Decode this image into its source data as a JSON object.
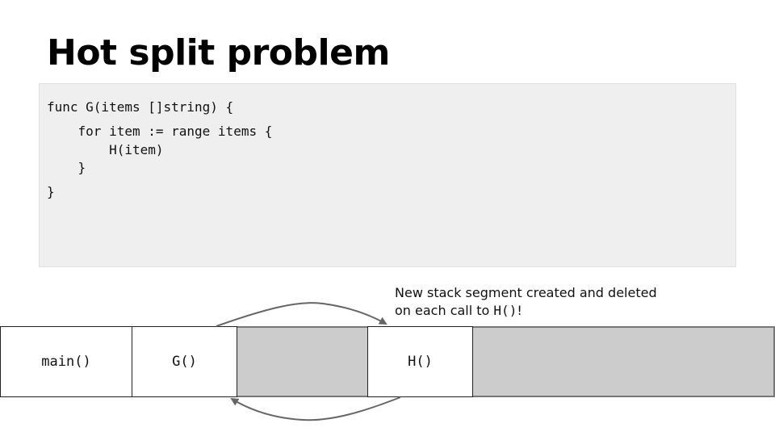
{
  "slide": {
    "title": "Hot split problem"
  },
  "code": {
    "lines": [
      "func G(items []string) {",
      "    for item := range items {",
      "        H(item)",
      "    }",
      "}"
    ]
  },
  "note": {
    "line1": "New stack segment created and deleted",
    "line2_prefix": "on each call to ",
    "line2_code": "H()",
    "line2_suffix": "!"
  },
  "stack": {
    "segments": [
      {
        "label": "main()",
        "kind": "frame"
      },
      {
        "label": "G()",
        "kind": "frame"
      },
      {
        "label": "",
        "kind": "free-segment"
      },
      {
        "label": "H()",
        "kind": "frame"
      },
      {
        "label": "",
        "kind": "free-segment"
      }
    ]
  },
  "colors": {
    "code_background": "#efefef",
    "free_segment": "#cccccc",
    "frame_background": "#ffffff",
    "arrow": "#666666"
  }
}
